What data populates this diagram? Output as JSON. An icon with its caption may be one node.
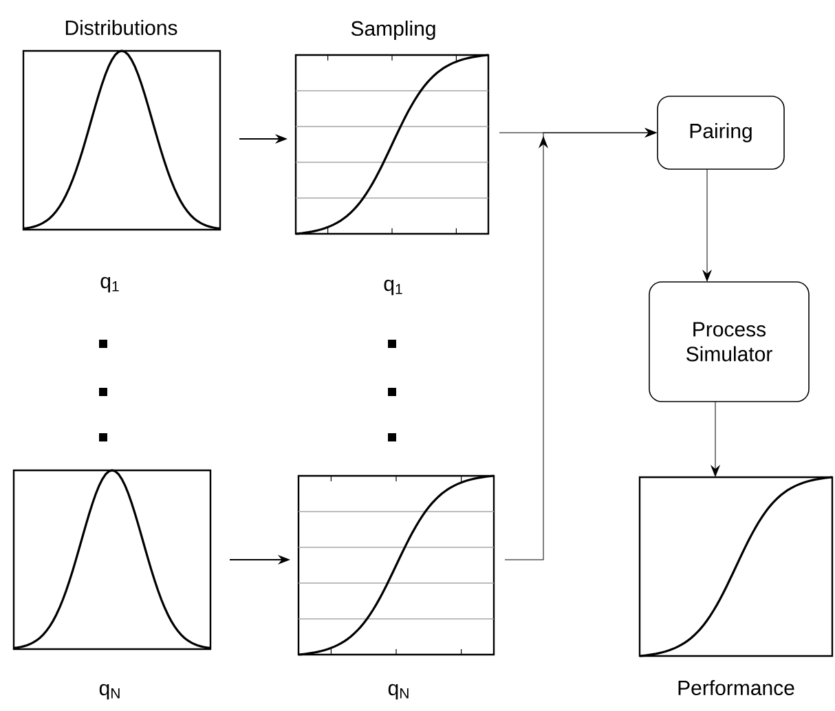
{
  "diagram": {
    "nodes": [
      {
        "text": [
          "Distributions"
        ],
        "beside": [
          "q$_{1}$"
        ]
      },
      {
        "text": [
          "Sampling"
        ],
        "beside": [
          "q$_{1}$"
        ]
      },
      {
        "text": [],
        "shape": "box",
        "beside": [
          "q$_{N}$"
        ]
      },
      {
        "text": [],
        "shape": "box",
        "beside": [
          "q$_{N}$"
        ]
      },
      {
        "text": [
          "Pairing"
        ]
      },
      {
        "text": [
          "Process Simulator"
        ]
      },
      {
        "text": [
          "Performance"
        ]
      }
    ],
    "edges": [
      {
        "from": 0,
        "to": 1,
        "arrow": "to"
      },
      {
        "from": 2,
        "to": 3,
        "arrow": "to"
      },
      {
        "from": 1,
        "to": 4,
        "arrow": "to"
      },
      {
        "from": 3,
        "to": 4,
        "arrow": "to"
      },
      {
        "from": 4,
        "to": 5,
        "arrow": "to"
      },
      {
        "from": 5,
        "to": 6,
        "arrow": "to"
      }
    ]
  }
}
